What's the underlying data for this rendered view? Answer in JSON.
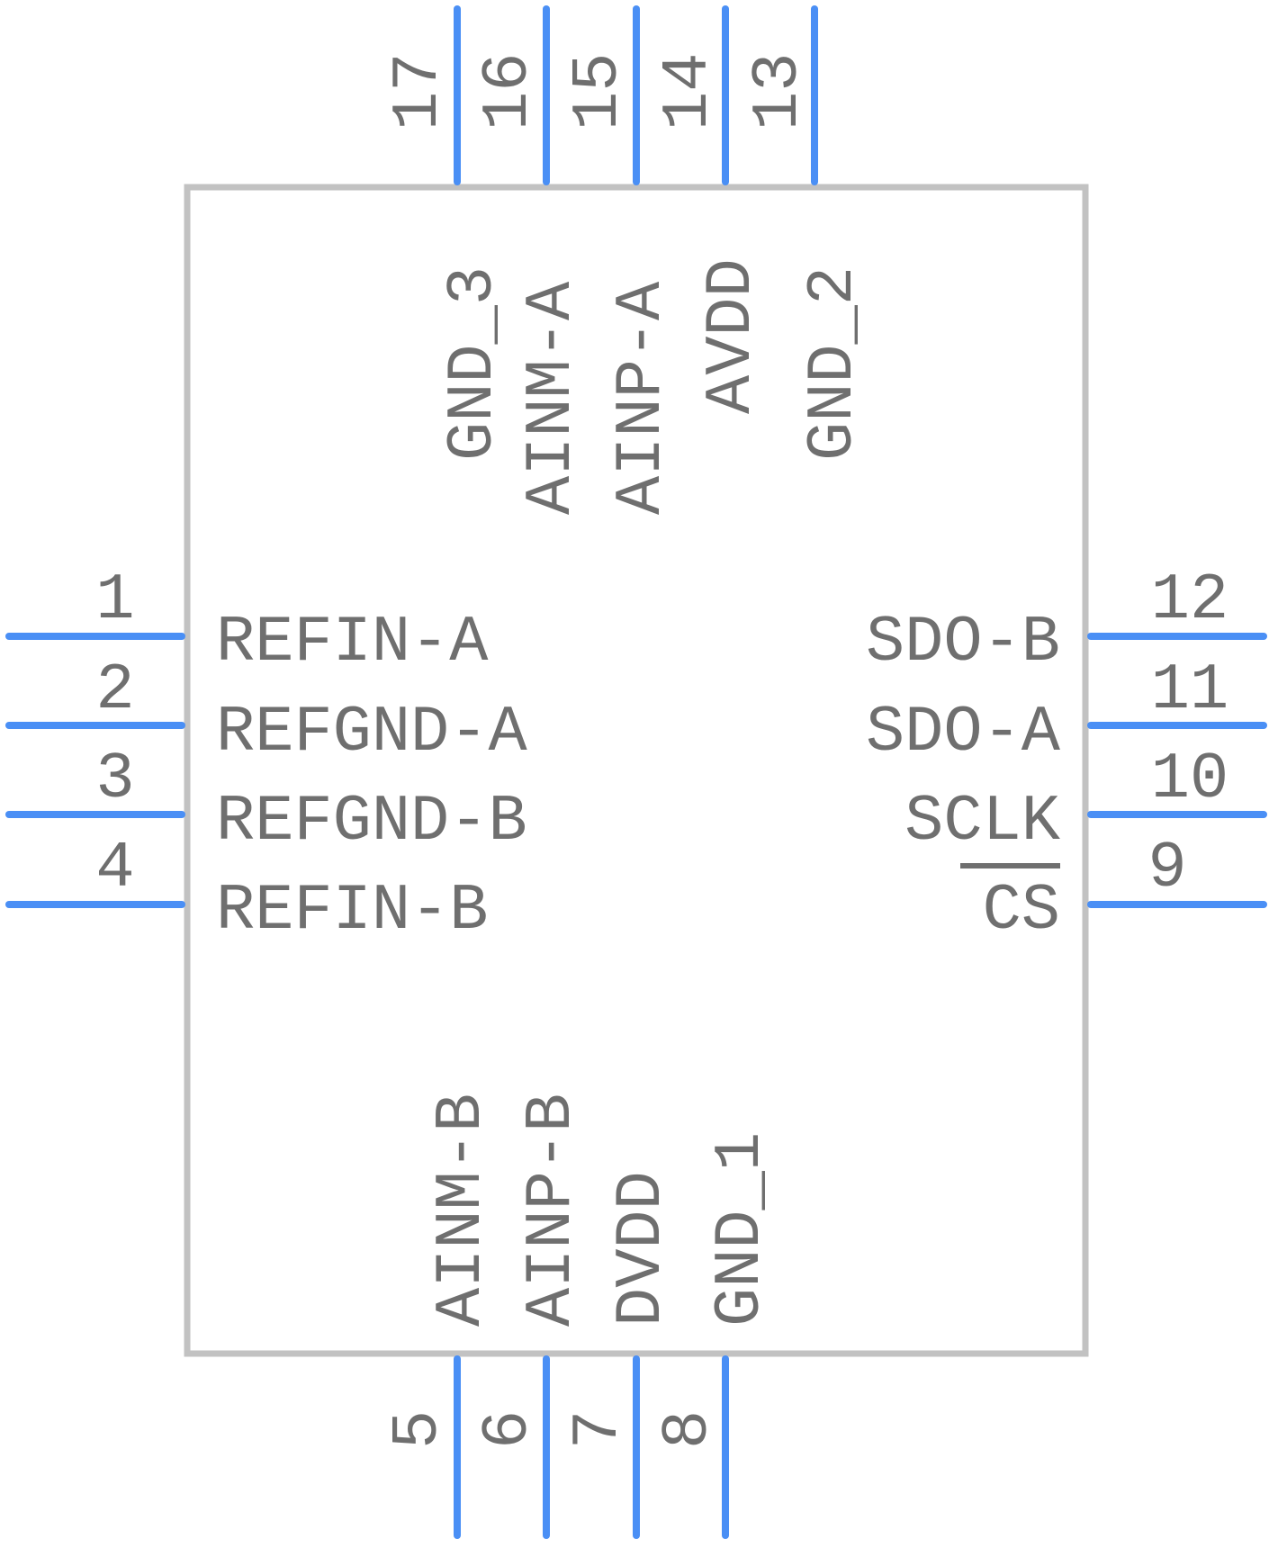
{
  "colors": {
    "body_stroke": "#c2c2c2",
    "pin": "#4a8ff5",
    "text": "#6f6f6f",
    "background": "#ffffff"
  },
  "pins": {
    "left": [
      {
        "number": "1",
        "name": "REFIN-A"
      },
      {
        "number": "2",
        "name": "REFGND-A"
      },
      {
        "number": "3",
        "name": "REFGND-B"
      },
      {
        "number": "4",
        "name": "REFIN-B"
      }
    ],
    "right": [
      {
        "number": "12",
        "name": "SDO-B"
      },
      {
        "number": "11",
        "name": "SDO-A"
      },
      {
        "number": "10",
        "name": "SCLK"
      },
      {
        "number": "9",
        "name": "CS",
        "overbar": true
      }
    ],
    "top": [
      {
        "number": "17",
        "name": "GND_3"
      },
      {
        "number": "16",
        "name": "AINM-A"
      },
      {
        "number": "15",
        "name": "AINP-A"
      },
      {
        "number": "14",
        "name": "AVDD"
      },
      {
        "number": "13",
        "name": "GND_2"
      }
    ],
    "bottom": [
      {
        "number": "5",
        "name": "AINM-B"
      },
      {
        "number": "6",
        "name": "AINP-B"
      },
      {
        "number": "7",
        "name": "DVDD"
      },
      {
        "number": "8",
        "name": "GND_1"
      }
    ]
  }
}
